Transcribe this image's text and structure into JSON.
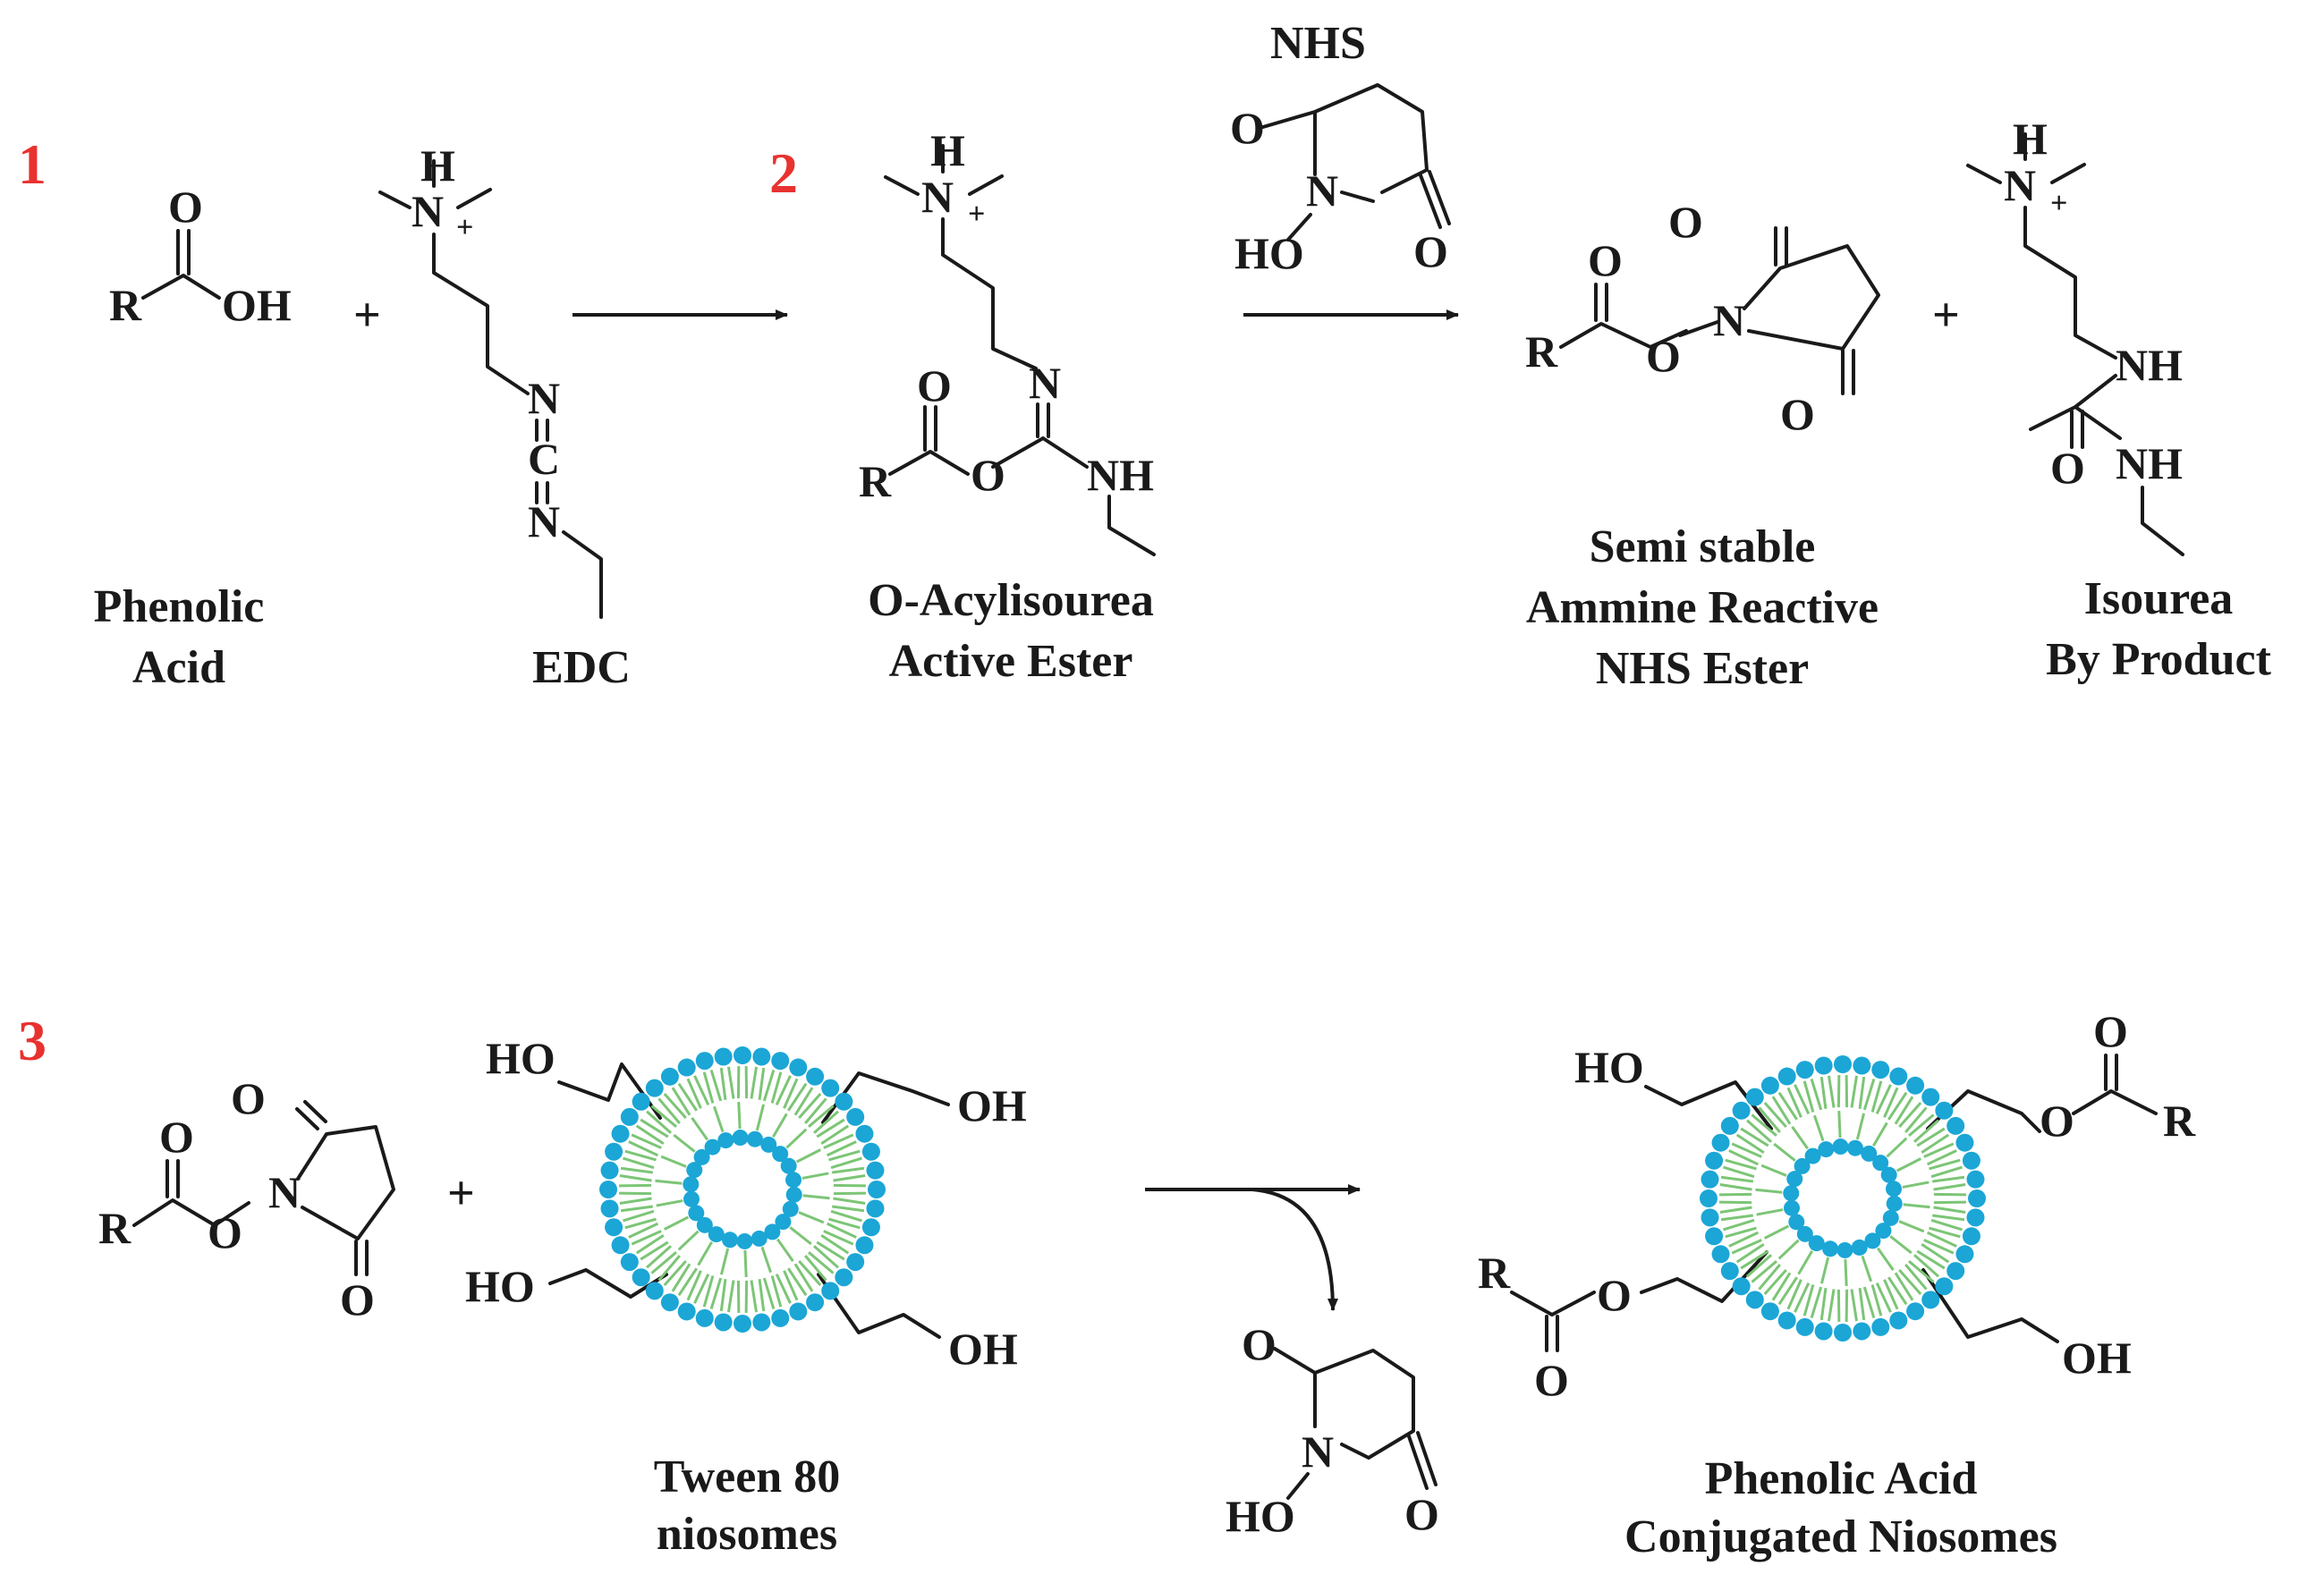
{
  "colors": {
    "step_number": "#e8322f",
    "lipid_tail": "#7cc576",
    "lipid_head": "#1ba6d6",
    "ink": "#1a1a1a"
  },
  "steps": {
    "s1": "1",
    "s2": "2",
    "s3": "3"
  },
  "atoms": {
    "R": "R",
    "O": "O",
    "OH": "OH",
    "HO": "HO",
    "N": "N",
    "C": "C",
    "H": "H",
    "NH": "NH",
    "plus_charge": "+"
  },
  "signs": {
    "plus": "+"
  },
  "reagent": {
    "nhs": "NHS"
  },
  "labels": {
    "phenolic_acid": [
      "Phenolic",
      "Acid"
    ],
    "edc": [
      "EDC"
    ],
    "o_acylisourea": [
      "O-Acylisourea",
      "Active Ester"
    ],
    "nhs_ester": [
      "Semi stable",
      "Ammine Reactive",
      "NHS Ester"
    ],
    "isourea": [
      "Isourea",
      "By Product"
    ],
    "tween": [
      "Tween 80",
      "niosomes"
    ],
    "conjugate": [
      "Phenolic Acid",
      "Conjugated Niosomes"
    ]
  }
}
